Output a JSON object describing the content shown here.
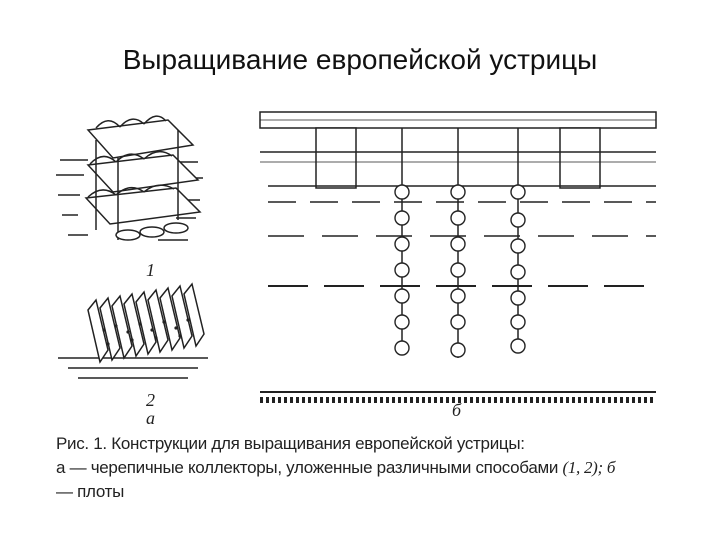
{
  "slide": {
    "title": "Выращивание европейской устрицы"
  },
  "figure": {
    "labels": {
      "n1": "1",
      "n2": "2",
      "part_a": "а",
      "part_b": "б"
    }
  },
  "caption": {
    "line1": "Рис. 1. Конструкции для выращивания европейской устрицы:",
    "line2_main": "а — черепичные коллекторы, уложенные различными способами ",
    "line2_ital": "(1, 2); б",
    "line3": "— плоты"
  }
}
